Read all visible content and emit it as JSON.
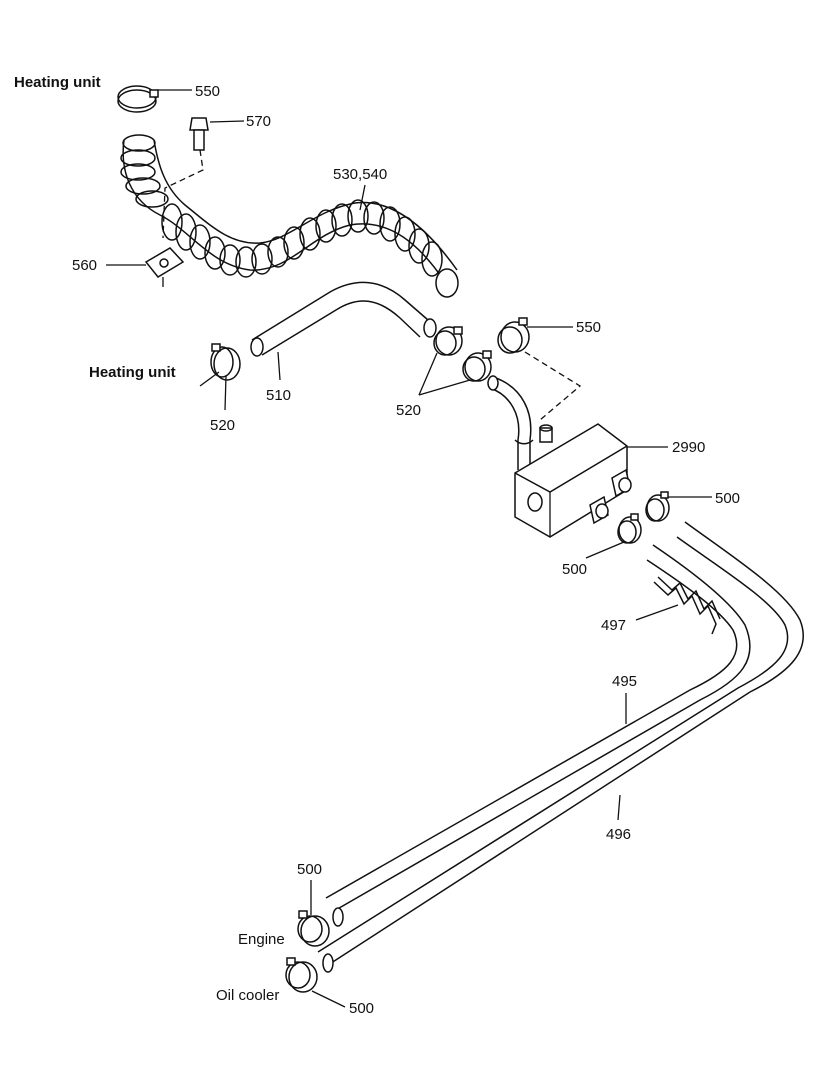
{
  "labels": {
    "heating_unit_top": "Heating unit",
    "heating_unit_mid": "Heating unit",
    "engine": "Engine",
    "oil_cooler": "Oil cooler"
  },
  "callouts": {
    "p550_top": "550",
    "p570": "570",
    "p530_540": "530,540",
    "p560": "560",
    "p550_mid": "550",
    "p520_left": "520",
    "p510": "510",
    "p520_mid": "520",
    "p2990": "2990",
    "p500_right": "500",
    "p500_mid": "500",
    "p497": "497",
    "p495": "495",
    "p496": "496",
    "p500_engine": "500",
    "p500_oil": "500"
  }
}
